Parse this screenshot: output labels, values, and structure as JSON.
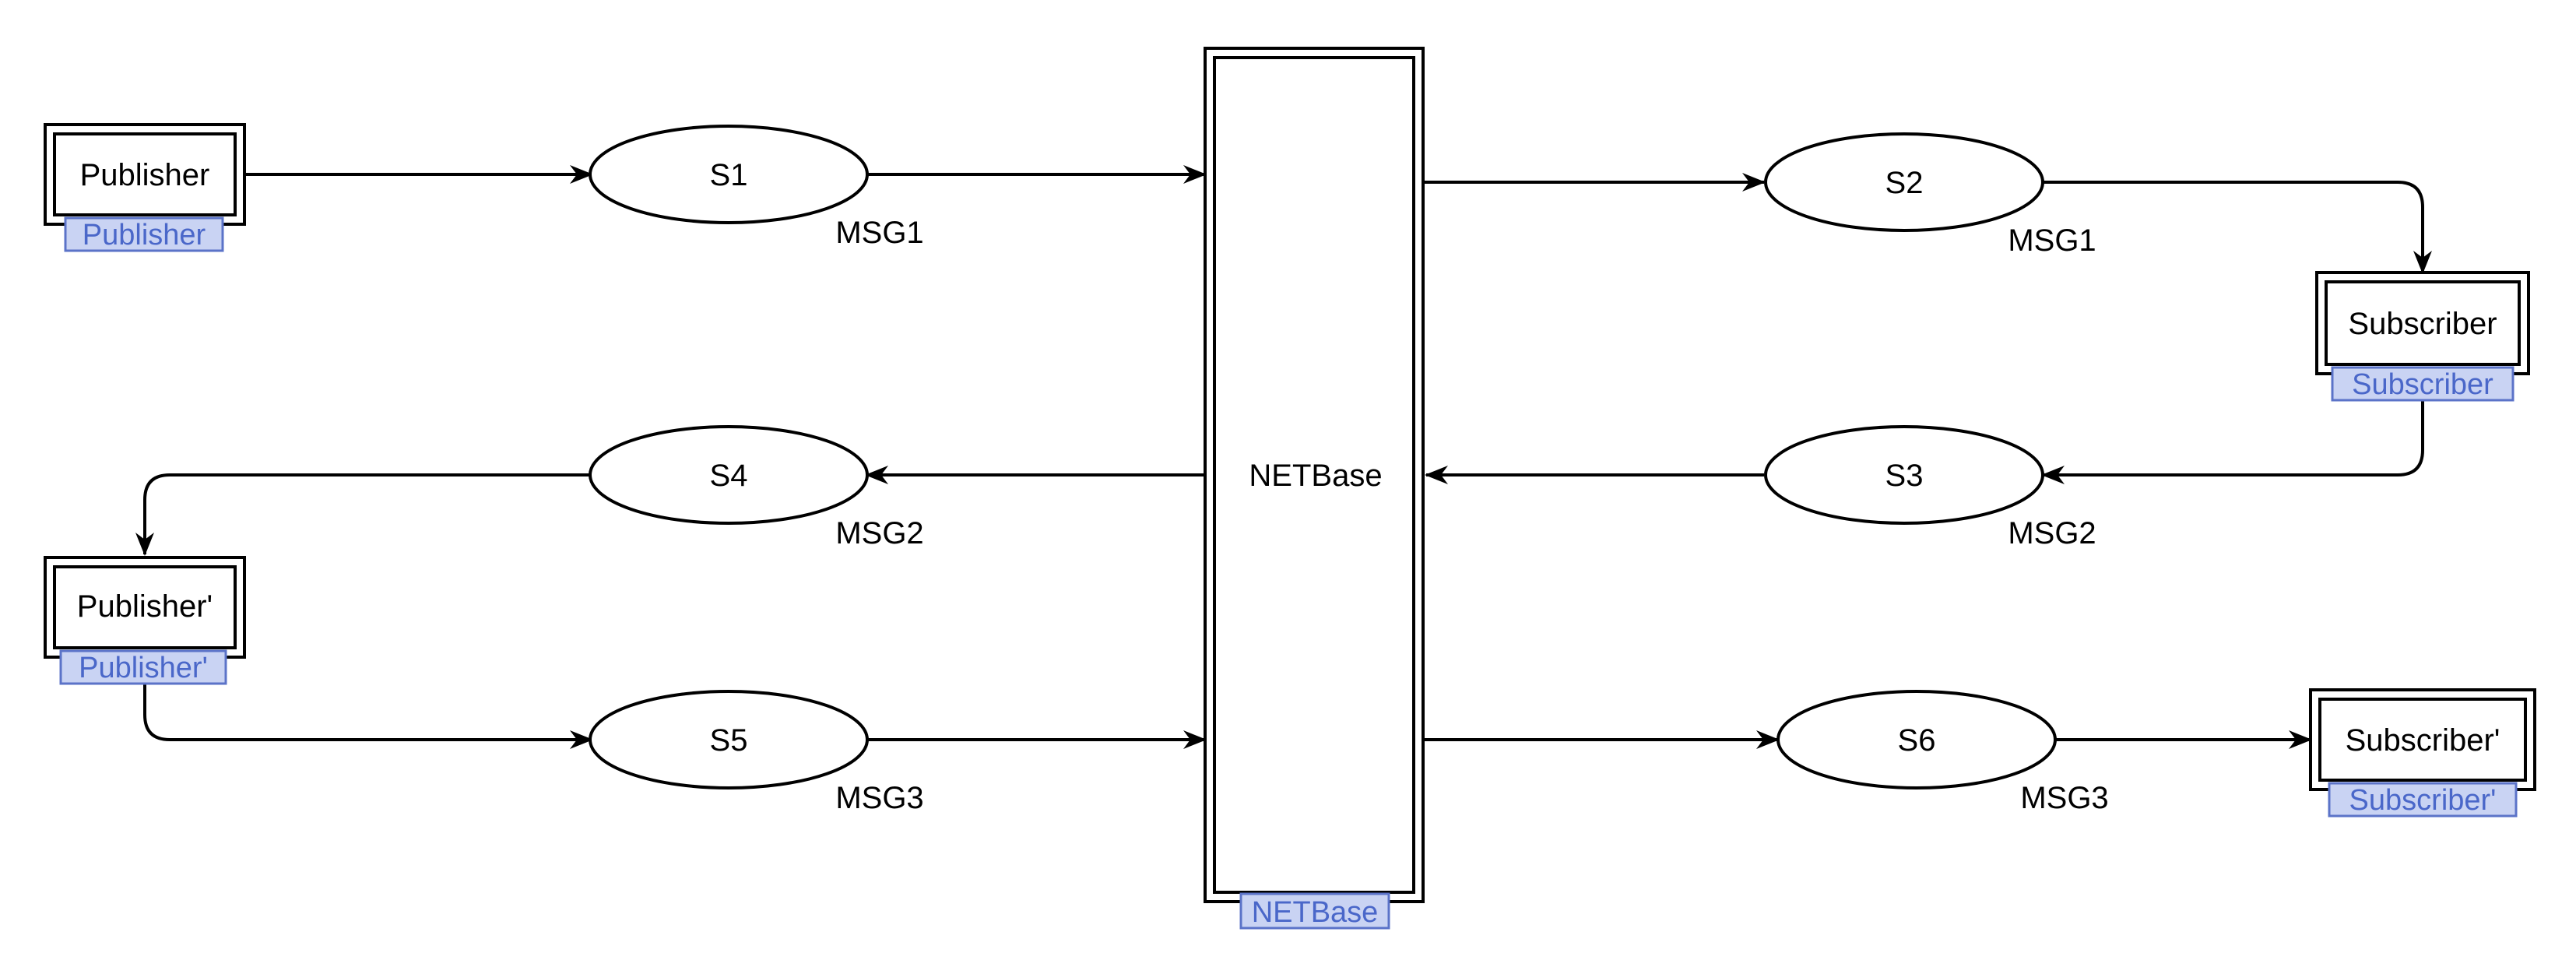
{
  "colors": {
    "stroke": "#000000",
    "tag_fill": "#c9d3f3",
    "tag_stroke": "#5b73c8",
    "tag_text": "#4a67c9"
  },
  "nodes": {
    "publisher": {
      "label": "Publisher",
      "tag": "Publisher"
    },
    "publisher_prime": {
      "label": "Publisher'",
      "tag": "Publisher'"
    },
    "subscriber": {
      "label": "Subscriber",
      "tag": "Subscriber"
    },
    "subscriber_prime": {
      "label": "Subscriber'",
      "tag": "Subscriber'"
    },
    "netbase": {
      "label": "NETBase",
      "tag": "NETBase"
    }
  },
  "streams": {
    "s1": {
      "label": "S1",
      "msg": "MSG1"
    },
    "s2": {
      "label": "S2",
      "msg": "MSG1"
    },
    "s3": {
      "label": "S3",
      "msg": "MSG2"
    },
    "s4": {
      "label": "S4",
      "msg": "MSG2"
    },
    "s5": {
      "label": "S5",
      "msg": "MSG3"
    },
    "s6": {
      "label": "S6",
      "msg": "MSG3"
    }
  }
}
